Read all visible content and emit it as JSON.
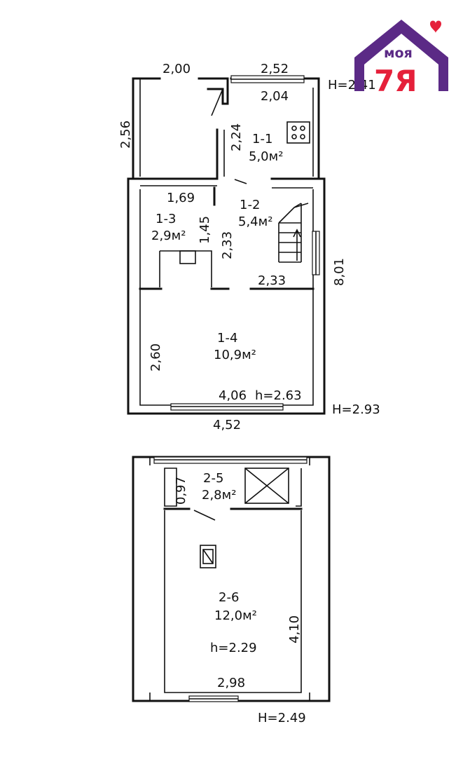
{
  "logo": {
    "word": "моя",
    "mark": "7Я",
    "heart_color": "#e5203a",
    "house_color": "#5b2a86",
    "brand_red": "#e5203a"
  },
  "floor1": {
    "rooms": [
      {
        "id": "1-1",
        "area": "5,0м²"
      },
      {
        "id": "1-2",
        "area": "5,4м²"
      },
      {
        "id": "1-3",
        "area": "2,9м²"
      },
      {
        "id": "1-4",
        "area": "10,9м²"
      }
    ],
    "dims": {
      "top_left": "2,00",
      "top_right": "2,52",
      "inner_top": "2,04",
      "left_side": "2,56",
      "wall_2_24": "2,24",
      "d_1_69": "1,69",
      "d_1_45": "1,45",
      "d_2_33_v": "2,33",
      "d_2_33_h": "2,33",
      "right_side": "8,01",
      "room4_left": "2,60",
      "room4_bottom": "4,06",
      "bottom": "4,52"
    },
    "heights": {
      "top": "H=2,41",
      "inner": "h=2.63",
      "outer": "H=2.93"
    }
  },
  "floor2": {
    "rooms": [
      {
        "id": "2-5",
        "area": "2,8м²"
      },
      {
        "id": "2-6",
        "area": "12,0м²"
      }
    ],
    "dims": {
      "d_0_97": "0,97",
      "right_4_10": "4,10",
      "bottom_2_98": "2,98"
    },
    "heights": {
      "inner": "h=2.29",
      "outer": "H=2.49"
    }
  }
}
